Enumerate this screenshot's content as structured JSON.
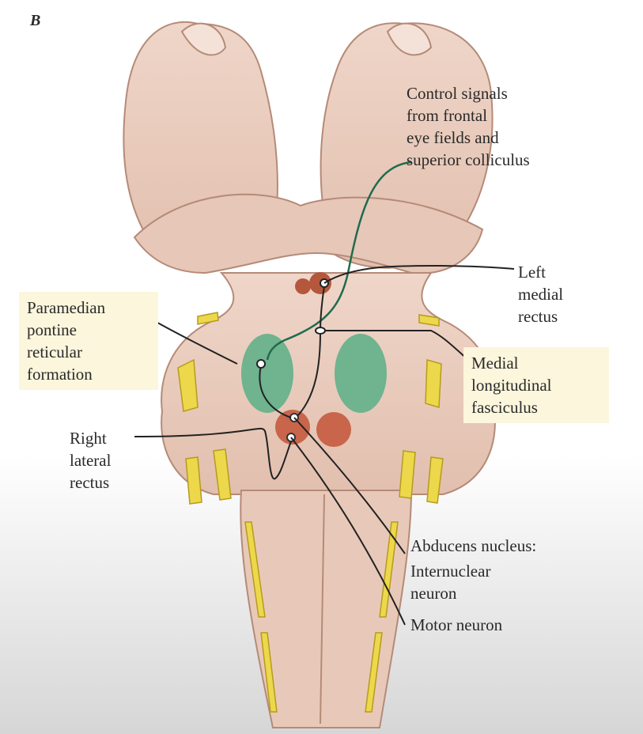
{
  "panel_letter": "B",
  "labels": {
    "control_signals": "Control signals\nfrom frontal\neye fields and\nsuperior colliculus",
    "left_medial_rectus": "Left\nmedial\nrectus",
    "ppf": "Paramedian\npontine\nreticular\nformation",
    "mlf": "Medial\nlongitudinal\nfasciculus",
    "right_lateral_rectus": "Right\nlateral\nrectus",
    "abducens_nucleus": "Abducens nucleus:",
    "internuclear_neuron": "Internuclear\nneuron",
    "motor_neuron": "Motor neuron"
  },
  "colors": {
    "tissue": "#e9cbbd",
    "tissue_shadow": "#c9a191",
    "ppf_green": "#6fb38f",
    "abducens_orange": "#c8654a",
    "nerve_yellow": "#ecd84a",
    "signal_path": "#1f6b4d",
    "label_highlight": "#fbf6dc"
  }
}
